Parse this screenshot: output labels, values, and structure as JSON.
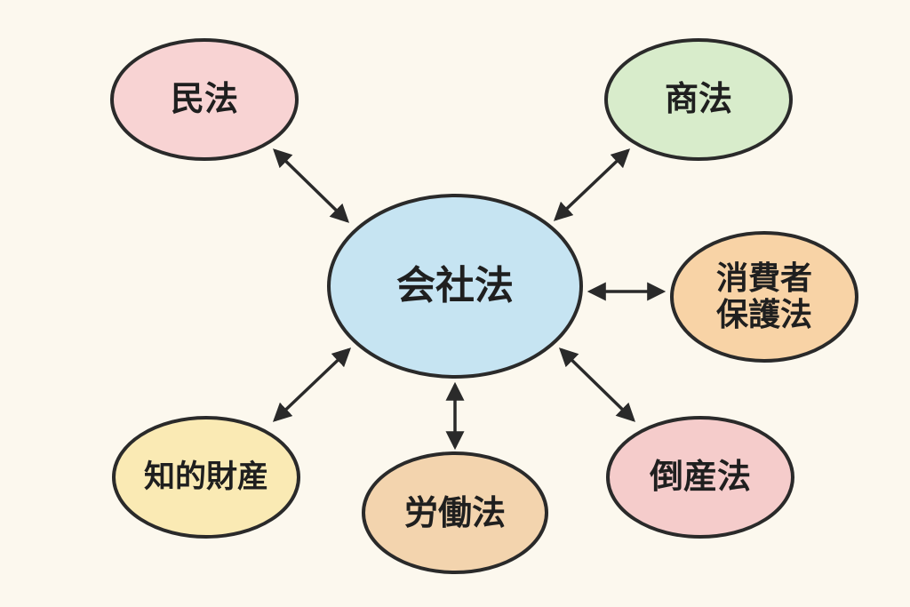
{
  "center": {
    "label": "会社法",
    "color": "#c6e4f2"
  },
  "nodes": [
    {
      "id": "minpou",
      "label": "民法",
      "color": "#f8d3d3"
    },
    {
      "id": "shouhou",
      "label": "商法",
      "color": "#d8eccb"
    },
    {
      "id": "shohisha",
      "label": "消費者\n保護法",
      "color": "#f8d3a6"
    },
    {
      "id": "tousan",
      "label": "倒産法",
      "color": "#f5cccb"
    },
    {
      "id": "roudou",
      "label": "労働法",
      "color": "#f3d4ae"
    },
    {
      "id": "chiteki",
      "label": "知的財産",
      "color": "#faeab4"
    }
  ],
  "stroke_color": "#2a2a2a"
}
